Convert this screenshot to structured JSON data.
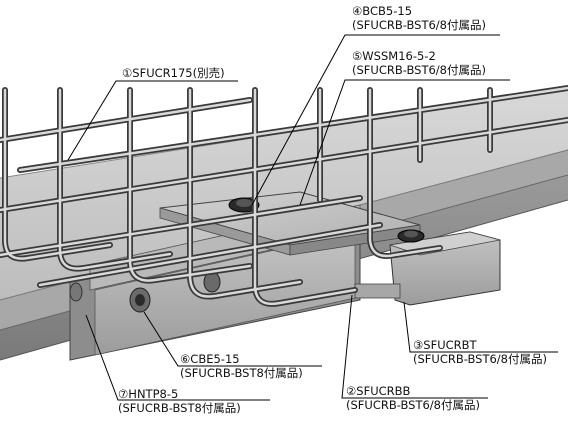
{
  "callouts": [
    {
      "id": "c1",
      "lines": [
        "①SFUCR175(別売)"
      ]
    },
    {
      "id": "c2",
      "lines": [
        "②SFUCRBB",
        "(SFUCRB-BST6/8付属品)"
      ]
    },
    {
      "id": "c3",
      "lines": [
        "③SFUCRBT",
        "(SFUCRB-BST6/8付属品)"
      ]
    },
    {
      "id": "c4",
      "lines": [
        "④BCB5-15",
        "(SFUCRB-BST6/8付属品)"
      ]
    },
    {
      "id": "c5",
      "lines": [
        "⑤WSSM16-5-2",
        "(SFUCRB-BST6/8付属品)"
      ]
    },
    {
      "id": "c6",
      "lines": [
        "⑥CBE5-15",
        "(SFUCRB-BST8付属品)"
      ]
    },
    {
      "id": "c7",
      "lines": [
        "⑦HNTP8-5",
        "(SFUCRB-BST8付属品)"
      ]
    }
  ]
}
